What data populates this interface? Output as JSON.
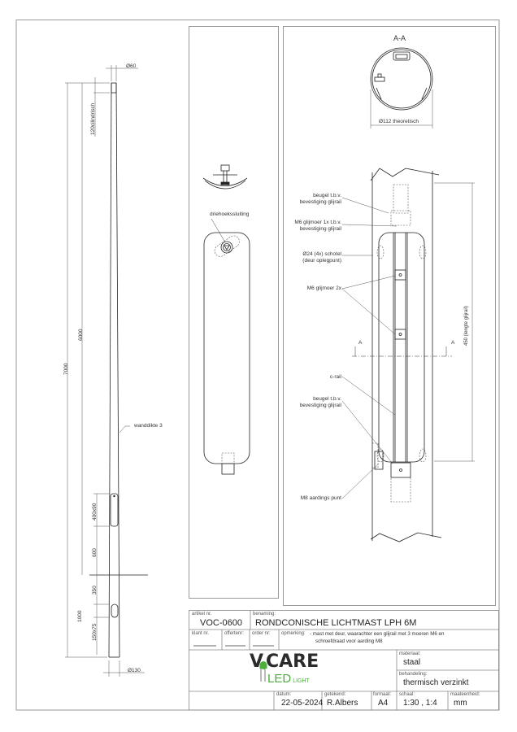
{
  "pole_view": {
    "dim_top_diameter": "Ø60",
    "dim_cylindrical": "120cilindrisch",
    "dim_total_height": "7000",
    "dim_above_ground": "6000",
    "wall_thickness": "wanddikte 3",
    "dim_door": "400x90",
    "dim_door_to_ground": "600",
    "dim_ground_to_cable": "350",
    "dim_buried": "1000",
    "dim_cable_entry": "150x75",
    "dim_bottom_diameter": "Ø130"
  },
  "door_view": {
    "label_lock": "driehoekssluiting"
  },
  "section_view": {
    "title": "A-A",
    "dim_diameter": "Ø112 theoretisch",
    "label_bracket_top": [
      "beugel t.b.v.",
      "bevestiging glijrail"
    ],
    "label_m6_nut_1x": [
      "M6 glijmoer 1x t.b.v.",
      "bevestiging glijrail"
    ],
    "label_dish": [
      "Ø24 (4x) schotel",
      "(deur oplegpunt)"
    ],
    "label_m6_nut_2x": "M6 glijmoer 2x",
    "label_c_rail": "c-rail",
    "label_bracket_bottom": [
      "beugel t.b.v.",
      "bevestiging glijrail"
    ],
    "label_earth": "M8 aardings punt",
    "dim_rail_length": "450 (lengte glijrail)",
    "section_marker": "A"
  },
  "title_block": {
    "artikel_caption": "artikel nr.",
    "artikel_value": "VOC-0600",
    "benaming_caption": "benaming:",
    "benaming_value": "RONDCONISCHE LICHTMAST LPH 6M",
    "klant_caption": "klant nr.",
    "offerte_caption": "offertenr:",
    "order_caption": "order nr:",
    "opmerking_caption": "opmerking:",
    "opmerking_line1": "- mast met deur, waarachter een glijrail met 3 moeren M6 en",
    "opmerking_line2": "schroefdraad voor aarding M8",
    "logo_top": "VOCARE",
    "logo_led": "LED",
    "logo_light": "LIGHT",
    "materiaal_caption": "materiaal:",
    "materiaal_value": "staal",
    "behandeling_caption": "behandeling:",
    "behandeling_value": "thermisch verzinkt",
    "datum_caption": "datum:",
    "datum_value": "22-05-2024",
    "getekend_caption": "getekend:",
    "getekend_value": "R.Albers",
    "formaat_caption": "formaat:",
    "formaat_value": "A4",
    "schaal_caption": "schaal:",
    "schaal_value": "1:30 , 1:4",
    "maateenheid_caption": "maateenheid:",
    "maateenheid_value": "mm"
  },
  "colors": {
    "line": "#222222",
    "frame": "#888888",
    "logo_dark": "#2b2b2b",
    "logo_green": "#4caf3a"
  }
}
